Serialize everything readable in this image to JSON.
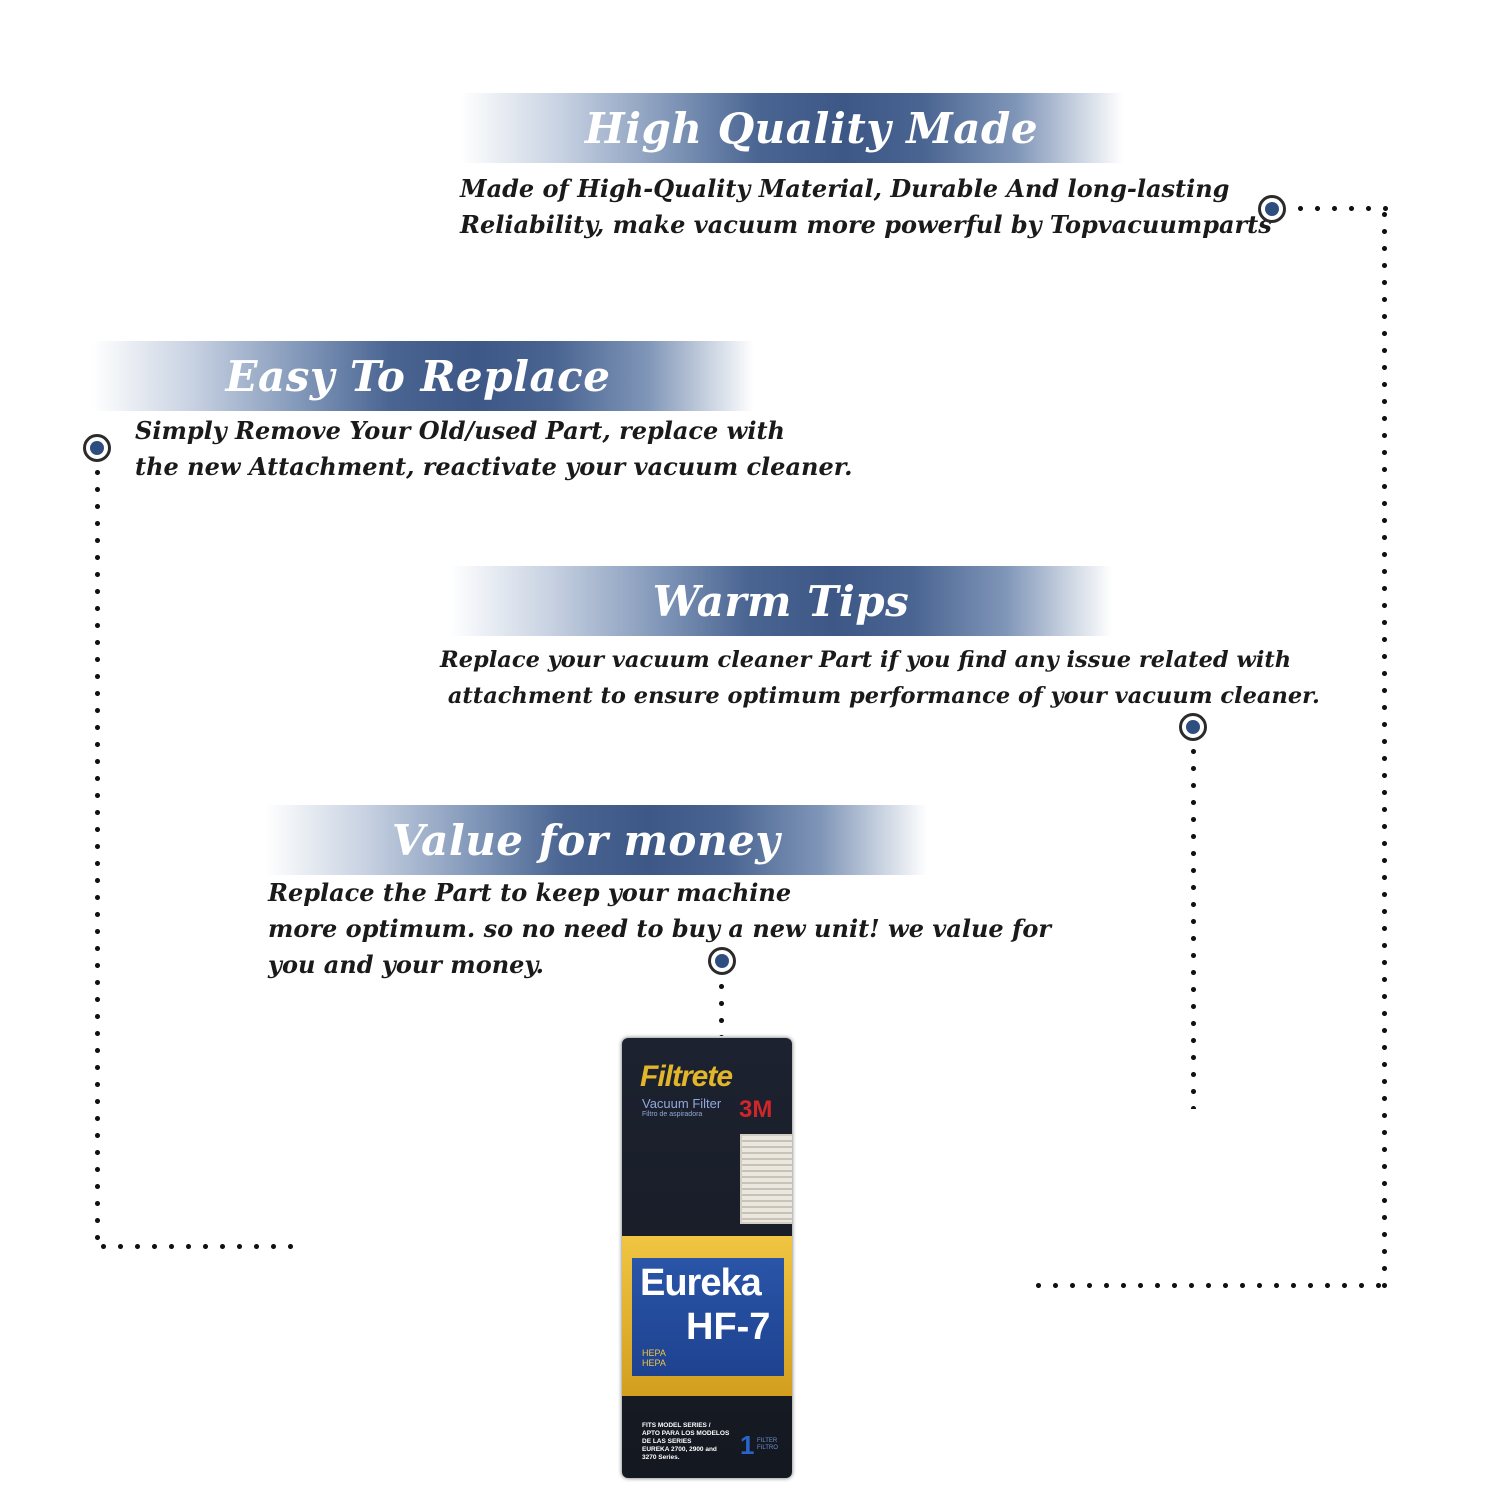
{
  "sections": [
    {
      "title": "High Quality Made",
      "lines": [
        "Made of  High-Quality Material, Durable And long-lasting",
        "Reliability, make vacuum more powerful by Topvacuumparts"
      ]
    },
    {
      "title": "Easy To Replace",
      "lines": [
        "Simply Remove Your Old/used Part, replace with",
        "the new Attachment, reactivate your vacuum cleaner."
      ]
    },
    {
      "title": "Warm Tips",
      "lines": [
        "Replace your vacuum cleaner Part if you find any issue related with",
        " attachment to ensure optimum performance of your vacuum cleaner."
      ]
    },
    {
      "title": "Value for money",
      "lines": [
        "Replace the Part to keep your machine",
        "more optimum. so no need to buy a new unit! we value for",
        "you and your money."
      ]
    }
  ],
  "product": {
    "brand": "Filtrete",
    "type": "Vacuum Filter",
    "type_sub": "Filtro de aspiradora",
    "logo": "3M",
    "model_name": "Eureka",
    "model_code": "HF-7",
    "hepa_1": "HEPA",
    "hepa_2": "HEPA",
    "fits_1": "FITS MODEL SERIES /",
    "fits_2": "APTO PARA LOS MODELOS",
    "fits_3": "DE LAS SERIES",
    "fits_4": "EUREKA 2700, 2900 and",
    "fits_5": "3270 Series.",
    "count": "1",
    "count_sub_1": "FILTER",
    "count_sub_2": "FILTRO"
  },
  "colors": {
    "banner_blue": "#3d5786",
    "marker_blue": "#2f4e80",
    "gold": "#e2b52a",
    "red_3m": "#d0262a"
  }
}
